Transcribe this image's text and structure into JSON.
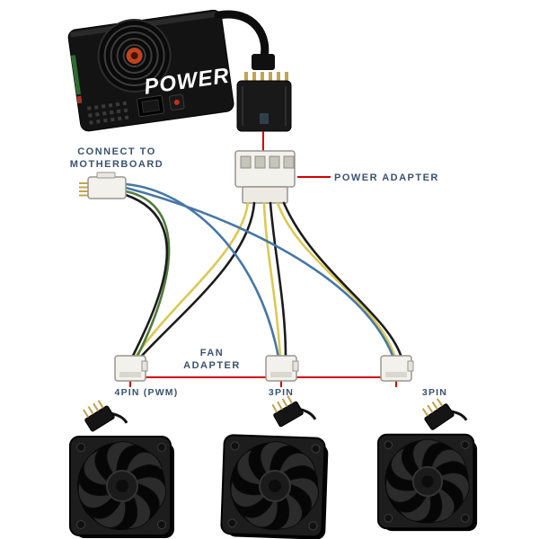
{
  "psu": {
    "label": "POWER"
  },
  "motherboard_connector": {
    "label_line1": "CONNECT TO",
    "label_line2": "MOTHERBOARD"
  },
  "power_adapter": {
    "label": "POWER ADAPTER"
  },
  "fan_adapter": {
    "label_line1": "FAN",
    "label_line2": "ADAPTER"
  },
  "fan_connectors": [
    {
      "pin_label": "4PIN (PWM)"
    },
    {
      "pin_label": "3PIN"
    },
    {
      "pin_label": "3PIN"
    }
  ],
  "colors": {
    "label_text": "#3a5270",
    "callout_red": "#d40000",
    "wire_blue": "#4677a6",
    "wire_yellow": "#ddc851",
    "wire_black": "#1c1c1c",
    "wire_green": "#4f7c3a",
    "psu_fan_hub": "#c2431b",
    "connector_white": "#f2f1ec"
  }
}
